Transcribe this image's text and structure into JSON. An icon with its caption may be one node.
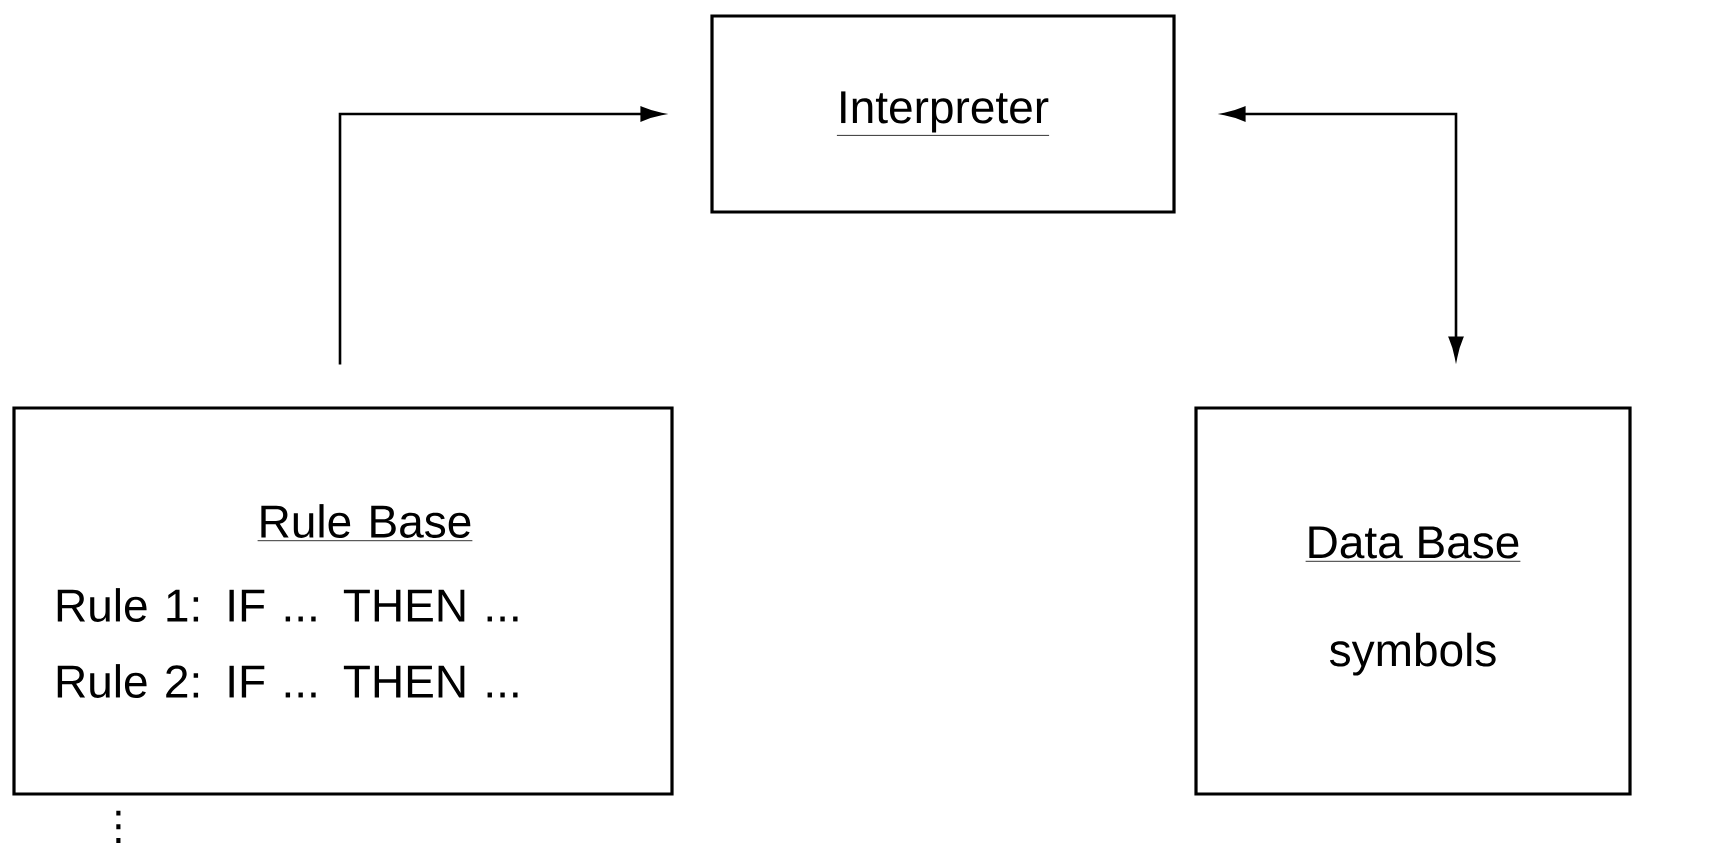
{
  "diagram": {
    "nodes": [
      {
        "text": [
          "Interpreter"
        ]
      },
      {
        "text": [
          "Rule Base",
          "Rule 1: IF ... THEN ...",
          "Rule 2: IF ... THEN ..."
        ],
        "beside": [
          "⋮"
        ]
      },
      {
        "text": [
          "Data Base",
          "symbols"
        ]
      }
    ],
    "edges": [
      {
        "from": 1,
        "to": 0,
        "arrow": "to"
      },
      {
        "from": 0,
        "to": 2,
        "arrow": "both"
      }
    ]
  }
}
